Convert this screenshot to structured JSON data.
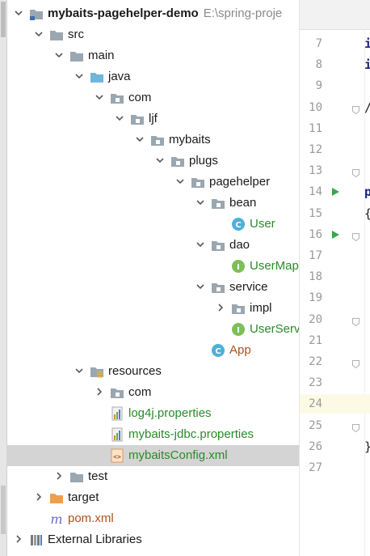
{
  "tree": {
    "rows": [
      {
        "label": "mybaits-pagehelper-demo",
        "hint": "E:\\spring-proje",
        "icon": "module-folder-icon",
        "arrow": "down",
        "depth": 0,
        "style": "bold"
      },
      {
        "label": "src",
        "icon": "folder-icon",
        "arrow": "down",
        "depth": 1
      },
      {
        "label": "main",
        "icon": "folder-icon",
        "arrow": "down",
        "depth": 2
      },
      {
        "label": "java",
        "icon": "source-folder-icon",
        "arrow": "down",
        "depth": 3
      },
      {
        "label": "com",
        "icon": "package-icon",
        "arrow": "down",
        "depth": 4
      },
      {
        "label": "ljf",
        "icon": "package-icon",
        "arrow": "down",
        "depth": 5
      },
      {
        "label": "mybaits",
        "icon": "package-icon",
        "arrow": "down",
        "depth": 6
      },
      {
        "label": "plugs",
        "icon": "package-icon",
        "arrow": "down",
        "depth": 7
      },
      {
        "label": "pagehelper",
        "icon": "package-icon",
        "arrow": "down",
        "depth": 8
      },
      {
        "label": "bean",
        "icon": "package-icon",
        "arrow": "down",
        "depth": 9
      },
      {
        "label": "User",
        "icon": "class-icon",
        "arrow": "none",
        "depth": 10,
        "style": "green"
      },
      {
        "label": "dao",
        "icon": "package-icon",
        "arrow": "down",
        "depth": 9
      },
      {
        "label": "UserMap",
        "icon": "interface-icon",
        "arrow": "none",
        "depth": 10,
        "style": "green"
      },
      {
        "label": "service",
        "icon": "package-icon",
        "arrow": "down",
        "depth": 9
      },
      {
        "label": "impl",
        "icon": "package-icon",
        "arrow": "right",
        "depth": 10
      },
      {
        "label": "UserServ",
        "icon": "interface-icon",
        "arrow": "none",
        "depth": 10,
        "style": "green"
      },
      {
        "label": "App",
        "icon": "class-icon",
        "arrow": "none",
        "depth": 9,
        "style": "brown"
      },
      {
        "label": "resources",
        "icon": "resources-folder-icon",
        "arrow": "down",
        "depth": 3
      },
      {
        "label": "com",
        "icon": "package-icon",
        "arrow": "right",
        "depth": 4
      },
      {
        "label": "log4j.properties",
        "icon": "properties-file-icon",
        "arrow": "none",
        "depth": 4,
        "style": "green"
      },
      {
        "label": "mybaits-jdbc.properties",
        "icon": "properties-file-icon",
        "arrow": "none",
        "depth": 4,
        "style": "green"
      },
      {
        "label": "mybaitsConfig.xml",
        "icon": "xml-file-icon",
        "arrow": "none",
        "depth": 4,
        "style": "green",
        "selected": true
      },
      {
        "label": "test",
        "icon": "folder-icon",
        "arrow": "right",
        "depth": 2
      },
      {
        "label": "target",
        "icon": "excluded-folder-icon",
        "arrow": "right",
        "depth": 1
      },
      {
        "label": "pom.xml",
        "icon": "maven-icon",
        "arrow": "none",
        "depth": 1,
        "style": "brown"
      },
      {
        "label": "External Libraries",
        "icon": "libraries-icon",
        "arrow": "right",
        "depth": 0
      }
    ]
  },
  "editor": {
    "lines": [
      {
        "num": "7",
        "code": "i",
        "kw": true
      },
      {
        "num": "8",
        "code": "i",
        "kw": true
      },
      {
        "num": "9"
      },
      {
        "num": "10",
        "code": "/",
        "fold": true
      },
      {
        "num": "11"
      },
      {
        "num": "12"
      },
      {
        "num": "13",
        "fold": true
      },
      {
        "num": "14",
        "code": "p",
        "kw": true,
        "run": true
      },
      {
        "num": "15",
        "code": "{"
      },
      {
        "num": "16",
        "run": true,
        "fold": true
      },
      {
        "num": "17"
      },
      {
        "num": "18"
      },
      {
        "num": "19"
      },
      {
        "num": "20",
        "fold": true
      },
      {
        "num": "21"
      },
      {
        "num": "22",
        "fold": true
      },
      {
        "num": "23"
      },
      {
        "num": "24",
        "current": true
      },
      {
        "num": "25",
        "fold": true
      },
      {
        "num": "26",
        "code": "}"
      },
      {
        "num": "27"
      }
    ]
  },
  "colors": {
    "folder": "#9aa7b0",
    "package": "#9aa7b0",
    "source": "#6fb5dc",
    "class": "#4fb0d8",
    "interface": "#7cbf58",
    "target": "#f19e4a",
    "selection": "#d4d4d4",
    "run": "#3aa64a"
  }
}
